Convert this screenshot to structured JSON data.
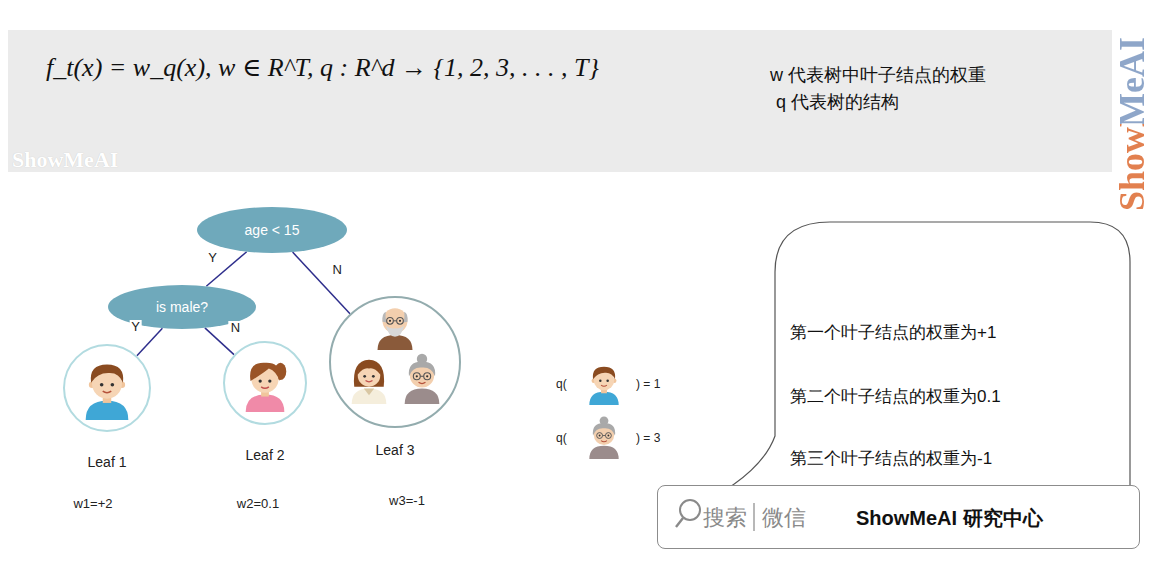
{
  "diagram": {
    "nodes": [
      {
        "text": [
          "f_t(x) = w_q(x), w ∈ R^T, q : R^d → {1, 2, 3, . . . , T}",
          "w 代表树中叶子结点的权重",
          "q 代表树的结构"
        ]
      },
      {
        "text": [
          "age < 15"
        ]
      },
      {
        "text": [
          "is male?"
        ]
      },
      {
        "text": [
          "Leaf 1"
        ]
      },
      {
        "text": [
          "Leaf 2"
        ]
      },
      {
        "text": [
          "Leaf 3"
        ]
      },
      {
        "text": [
          "第一个叶子结点的权重为+1",
          "第二个叶子结点的权重为0.1",
          "第三个叶子结点的权重为-1"
        ]
      },
      {
        "text": [
          "搜索",
          "微信",
          "ShowMeAI 研究中心"
        ]
      }
    ],
    "edges": [
      {
        "from": 1,
        "to": 2,
        "arrow": "none",
        "label": "Y"
      },
      {
        "from": 1,
        "to": 5,
        "arrow": "none",
        "label": "N"
      },
      {
        "from": 2,
        "to": 3,
        "arrow": "none",
        "label": "Y"
      },
      {
        "from": 2,
        "to": 4,
        "arrow": "none",
        "label": "N"
      }
    ],
    "labels": [
      "ShowMeAI",
      "ShowMeAI",
      "w1=+2",
      "w2=0.1",
      "w3=-1",
      "q(",
      ") = 1",
      "q(",
      ") = 3"
    ]
  }
}
